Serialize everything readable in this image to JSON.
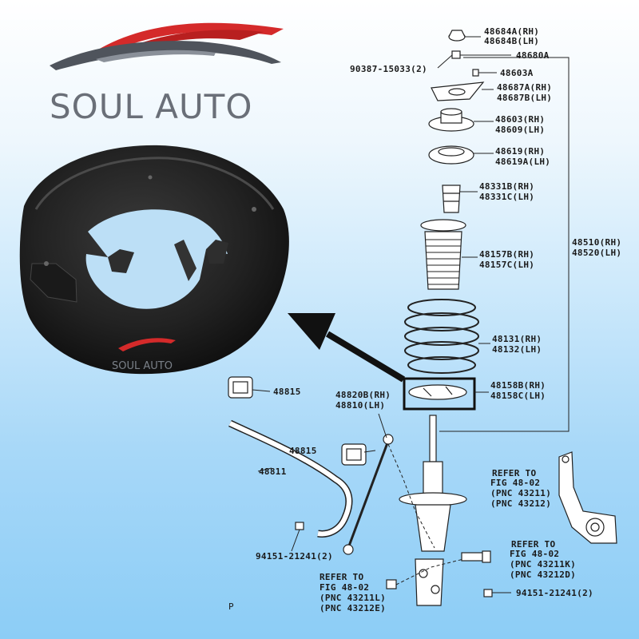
{
  "brand": {
    "name": "SOUL AUTO",
    "watermark": "SOUL AUTO"
  },
  "labels": {
    "l48684": [
      "48684A(RH)",
      "48684B(LH)"
    ],
    "l48680": "48680A",
    "l90387": "90387-15033(2)",
    "l48603A": "48603A",
    "l48687": [
      "48687A(RH)",
      "48687B(LH)"
    ],
    "l48603": [
      "48603(RH)",
      "48609(LH)"
    ],
    "l48619": [
      "48619(RH)",
      "48619A(LH)"
    ],
    "l48331": [
      "48331B(RH)",
      "48331C(LH)"
    ],
    "l48157": [
      "48157B(RH)",
      "48157C(LH)"
    ],
    "l48510": [
      "48510(RH)",
      "48520(LH)"
    ],
    "l48131": [
      "48131(RH)",
      "48132(LH)"
    ],
    "l48158": [
      "48158B(RH)",
      "48158C(LH)"
    ],
    "l48815a": "48815",
    "l48820": [
      "48820B(RH)",
      "48810(LH)"
    ],
    "l48815b": "48815",
    "l48811": "48811",
    "l94151a": "94151-21241(2)",
    "l94151b": "94151-21241(2)",
    "ref1": [
      "REFER TO",
      "FIG 48-02",
      "(PNC 43211)",
      "(PNC 43212)"
    ],
    "ref2": [
      "REFER TO",
      "FIG 48-02",
      "(PNC 43211K)",
      "(PNC 43212D)"
    ],
    "ref3": [
      "REFER TO",
      "FIG 48-02",
      "(PNC 43211L)",
      "(PNC 43212E)"
    ],
    "page_mark": "P"
  },
  "colors": {
    "accent_red": "#d42a2a",
    "brand_gray": "#6a6f78",
    "part_black": "#1c1c1c"
  }
}
